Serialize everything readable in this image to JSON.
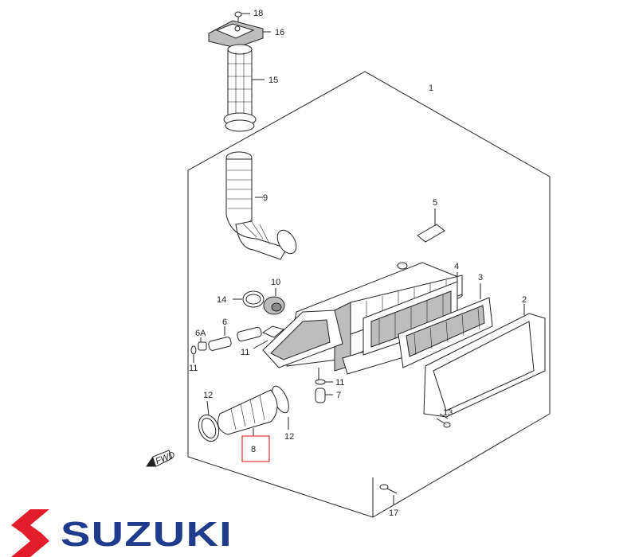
{
  "diagram": {
    "callouts": {
      "c1": "1",
      "c2": "2",
      "c3": "3",
      "c4": "4",
      "c5": "5",
      "c6": "6",
      "c6a": "6A",
      "c7": "7",
      "c8": "8",
      "c9": "9",
      "c10": "10",
      "c11a": "11",
      "c11b": "11",
      "c11c": "11",
      "c12a": "12",
      "c12b": "12",
      "c13": "13",
      "c14": "14",
      "c15": "15",
      "c16": "16",
      "c17": "17",
      "c18": "18"
    },
    "fwd_label": "FWD",
    "highlight_color": "#e03030"
  },
  "brand": {
    "name": "SUZUKI",
    "logo_color": "#e31d2b",
    "text_color": "#1f3c8c"
  }
}
